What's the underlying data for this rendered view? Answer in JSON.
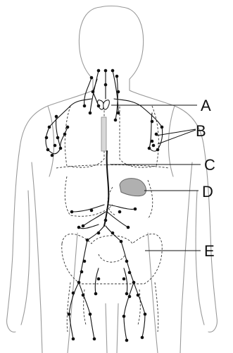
{
  "labels": [
    {
      "key": "A",
      "text": "A"
    },
    {
      "key": "B",
      "text": "B"
    },
    {
      "key": "C",
      "text": "C"
    },
    {
      "key": "D",
      "text": "D"
    },
    {
      "key": "E",
      "text": "E"
    }
  ],
  "colors": {
    "body_outline": "#9a9a9a",
    "lymph": "#111111",
    "thymus": "#d8d8d8",
    "spleen": "#b0b0b0"
  }
}
